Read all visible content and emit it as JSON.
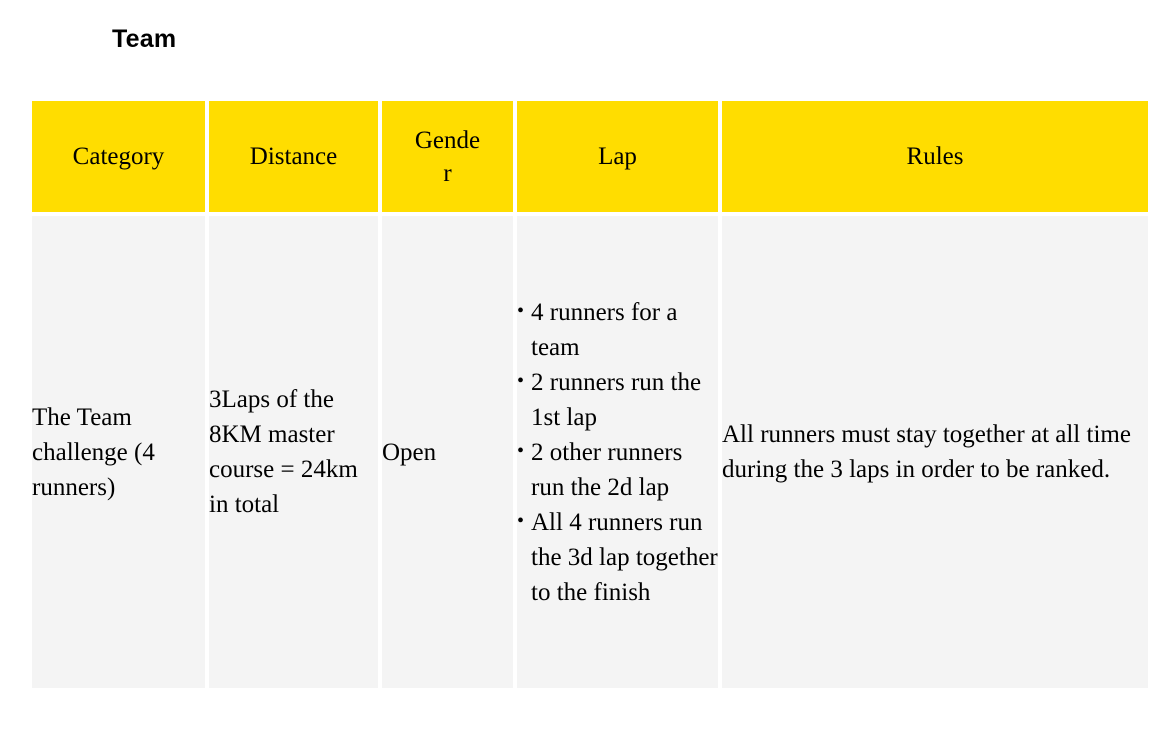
{
  "page": {
    "title": "Team",
    "background_color": "#ffffff"
  },
  "colors": {
    "header_background": "#ffdd00",
    "body_background": "#f4f4f4",
    "text": "#000000"
  },
  "table": {
    "headers": [
      {
        "label": "Category",
        "line1": "Category",
        "line2": ""
      },
      {
        "label": "Distance",
        "line1": "Distance",
        "line2": ""
      },
      {
        "label": "Gender",
        "line1": "Gende",
        "line2": "r"
      },
      {
        "label": "Lap",
        "line1": "Lap",
        "line2": ""
      },
      {
        "label": "Rules",
        "line1": "Rules",
        "line2": ""
      }
    ],
    "rows": [
      {
        "category": "The Team challenge (4 runners)",
        "distance": "3Laps of the 8KM master course = 24km in total",
        "gender": "Open",
        "lap_items": [
          "4 runners for a team",
          "2 runners run the 1st lap",
          "2 other runners run the 2d lap",
          "All 4 runners run the 3d lap together to the finish"
        ],
        "rules": "All runners must stay together at all time during the 3 laps in order to be ranked."
      }
    ]
  }
}
